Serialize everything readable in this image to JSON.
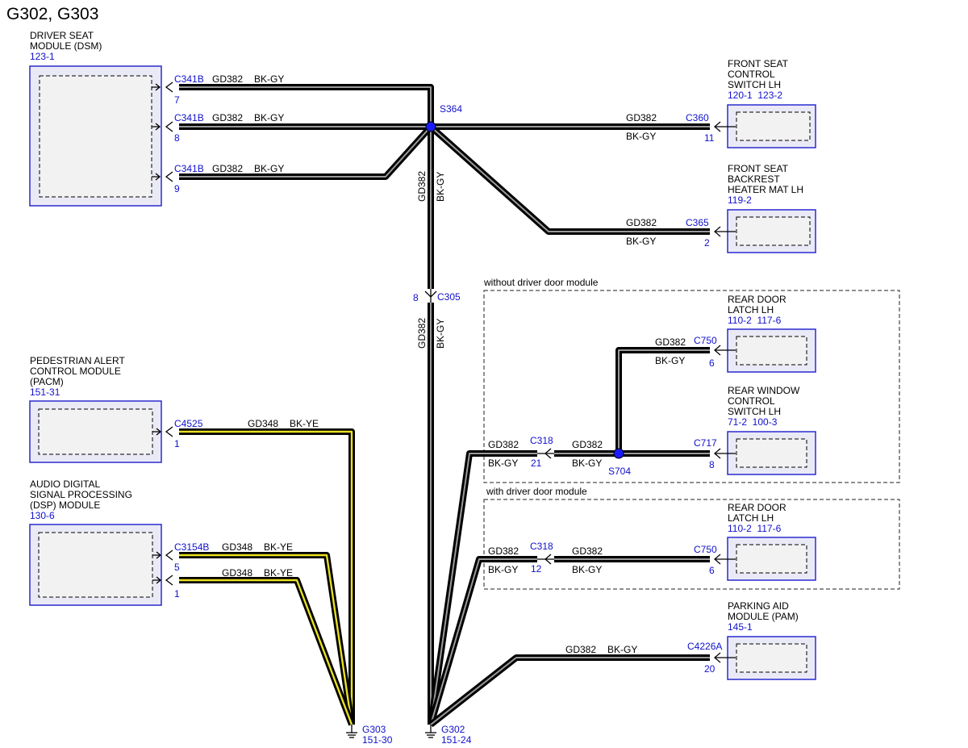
{
  "title": "G302, G303",
  "components": {
    "dsm": {
      "lines": [
        "DRIVER SEAT",
        "MODULE (DSM)"
      ],
      "ref": "123-1"
    },
    "fscs": {
      "lines": [
        "FRONT SEAT",
        "CONTROL",
        "SWITCH LH"
      ],
      "ref": "120-1  123-2"
    },
    "fsbh": {
      "lines": [
        "FRONT SEAT",
        "BACKREST",
        "HEATER MAT LH"
      ],
      "ref": "119-2"
    },
    "pacm": {
      "lines": [
        "PEDESTRIAN ALERT",
        "CONTROL MODULE",
        "(PACM)"
      ],
      "ref": "151-31"
    },
    "dsp": {
      "lines": [
        "AUDIO DIGITAL",
        "SIGNAL PROCESSING",
        "(DSP) MODULE"
      ],
      "ref": "130-6"
    },
    "rdl1": {
      "lines": [
        "REAR DOOR",
        "LATCH LH"
      ],
      "ref": "110-2  117-6"
    },
    "rwcs": {
      "lines": [
        "REAR WINDOW",
        "CONTROL",
        "SWITCH LH"
      ],
      "ref": "71-2  100-3"
    },
    "rdl2": {
      "lines": [
        "REAR DOOR",
        "LATCH LH"
      ],
      "ref": "110-2  117-6"
    },
    "pam": {
      "lines": [
        "PARKING AID",
        "MODULE (PAM)"
      ],
      "ref": "145-1"
    }
  },
  "regions": {
    "without": "without driver door module",
    "with": "with driver door module"
  },
  "wires": {
    "dsm_7": {
      "conn": "C341B",
      "pin": "7",
      "circuit": "GD382",
      "color": "BK-GY"
    },
    "dsm_8": {
      "conn": "C341B",
      "pin": "8",
      "circuit": "GD382",
      "color": "BK-GY"
    },
    "dsm_9": {
      "conn": "C341B",
      "pin": "9",
      "circuit": "GD382",
      "color": "BK-GY"
    },
    "fscs": {
      "conn": "C360",
      "pin": "11",
      "circuit": "GD382",
      "color": "BK-GY"
    },
    "fsbh": {
      "conn": "C365",
      "pin": "2",
      "circuit": "GD382",
      "color": "BK-GY"
    },
    "trunk_upper": {
      "circuit": "GD382",
      "color": "BK-GY"
    },
    "inline_c305": {
      "conn": "C305",
      "pin": "8"
    },
    "trunk_lower": {
      "circuit": "GD382",
      "color": "BK-GY"
    },
    "pacm": {
      "conn": "C4525",
      "pin": "1",
      "circuit": "GD348",
      "color": "BK-YE"
    },
    "dsp_5": {
      "conn": "C3154B",
      "pin": "5",
      "circuit": "GD348",
      "color": "BK-YE"
    },
    "dsp_1": {
      "pin": "1",
      "circuit": "GD348",
      "color": "BK-YE"
    },
    "rdl1": {
      "conn": "C750",
      "pin": "6",
      "circuit": "GD382",
      "color": "BK-GY"
    },
    "rwcs": {
      "conn": "C717",
      "pin": "8"
    },
    "c318a": {
      "conn": "C318",
      "pin": "21",
      "circuit_left": "GD382",
      "color_left": "BK-GY",
      "circuit_right": "GD382",
      "color_right": "BK-GY"
    },
    "rdl2": {
      "conn": "C750",
      "pin": "6"
    },
    "c318b": {
      "conn": "C318",
      "pin": "12",
      "circuit_left": "GD382",
      "color_left": "BK-GY",
      "circuit_right": "GD382",
      "color_right": "BK-GY"
    },
    "pam": {
      "conn": "C4226A",
      "pin": "20",
      "circuit": "GD382",
      "color": "BK-GY"
    }
  },
  "splices": {
    "s364": "S364",
    "s704": "S704"
  },
  "grounds": {
    "g303": {
      "name": "G303",
      "ref": "151-30"
    },
    "g302": {
      "name": "G302",
      "ref": "151-24"
    }
  },
  "colors": {
    "wire_outline": "#000000",
    "wire_bk_gy": "#9a9a9a",
    "wire_bk_ye": "#e8e020",
    "label_blue": "#1010cc",
    "component_border": "#2a2ad0"
  }
}
